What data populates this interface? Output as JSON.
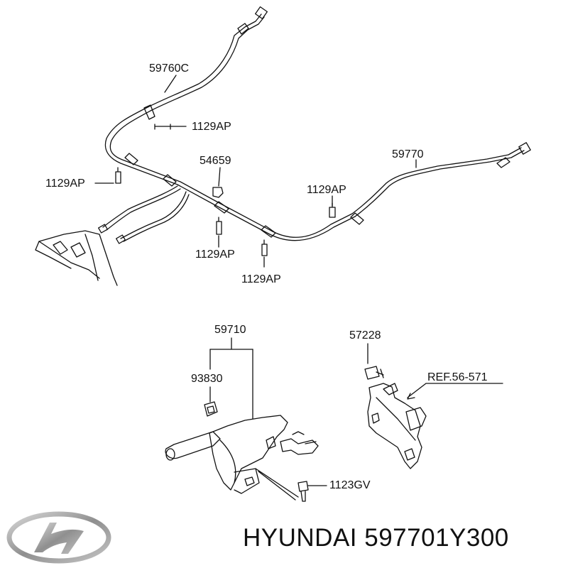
{
  "labels": {
    "cable_left": "59760C",
    "cable_right": "59770",
    "bolt_top": "1129AP",
    "bolt_left": "1129AP",
    "bolt_mid": "1129AP",
    "bolt_right": "1129AP",
    "bolt_bottom": "1129AP",
    "nut": "54659",
    "lever_assembly": "59710",
    "lever_grip": "93830",
    "bracket_bolt": "57228",
    "bracket_ref": "REF.56-571",
    "lever_bolt": "1123GV"
  },
  "brand": {
    "text": "HYUNDAI 597701Y300",
    "logo_icon": "hyundai-logo-icon"
  },
  "colors": {
    "line": "#111111",
    "part_fill": "#ffffff",
    "logo_silver": "#9a9a9a"
  }
}
